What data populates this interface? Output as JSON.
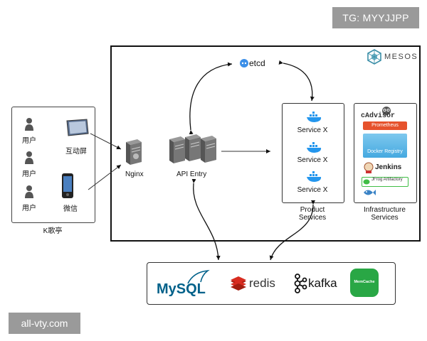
{
  "watermarks": {
    "top": "TG: MYYJJPP",
    "bottom": "all-vty.com"
  },
  "mesos": {
    "label": "MESOS"
  },
  "etcd": {
    "label": "etcd"
  },
  "ktv": {
    "title": "K歌亭",
    "users": [
      "用户",
      "用户",
      "用户"
    ],
    "devices": [
      "互动屏",
      "微信"
    ]
  },
  "nginx": {
    "label": "Nginx"
  },
  "api": {
    "label": "API Entry"
  },
  "product_services": {
    "items": [
      "Service X",
      "Service X",
      "Service X"
    ],
    "caption_line1": "Product",
    "caption_line2": "Services"
  },
  "infrastructure": {
    "cadvisor": "cAdvisor",
    "prometheus": "Prometheus",
    "docker_registry": "Docker Registry",
    "jenkins": "Jenkins",
    "jfrog": "JFrog Artifactory",
    "caption_line1": "Infrastructure",
    "caption_line2": "Services"
  },
  "datastores": {
    "mysql": "MySQL",
    "redis": "redis",
    "kafka": "kafka",
    "memcache": "MemCache"
  },
  "colors": {
    "prometheus": "#e6522c",
    "docker_blue": "#2496ed",
    "mysql_blue": "#00618a",
    "mysql_orange": "#e48e00",
    "redis_red": "#d82c20",
    "memcache_green": "#29a745",
    "jfrog_green": "#40be46",
    "mesos_teal": "#3c8fa8"
  }
}
